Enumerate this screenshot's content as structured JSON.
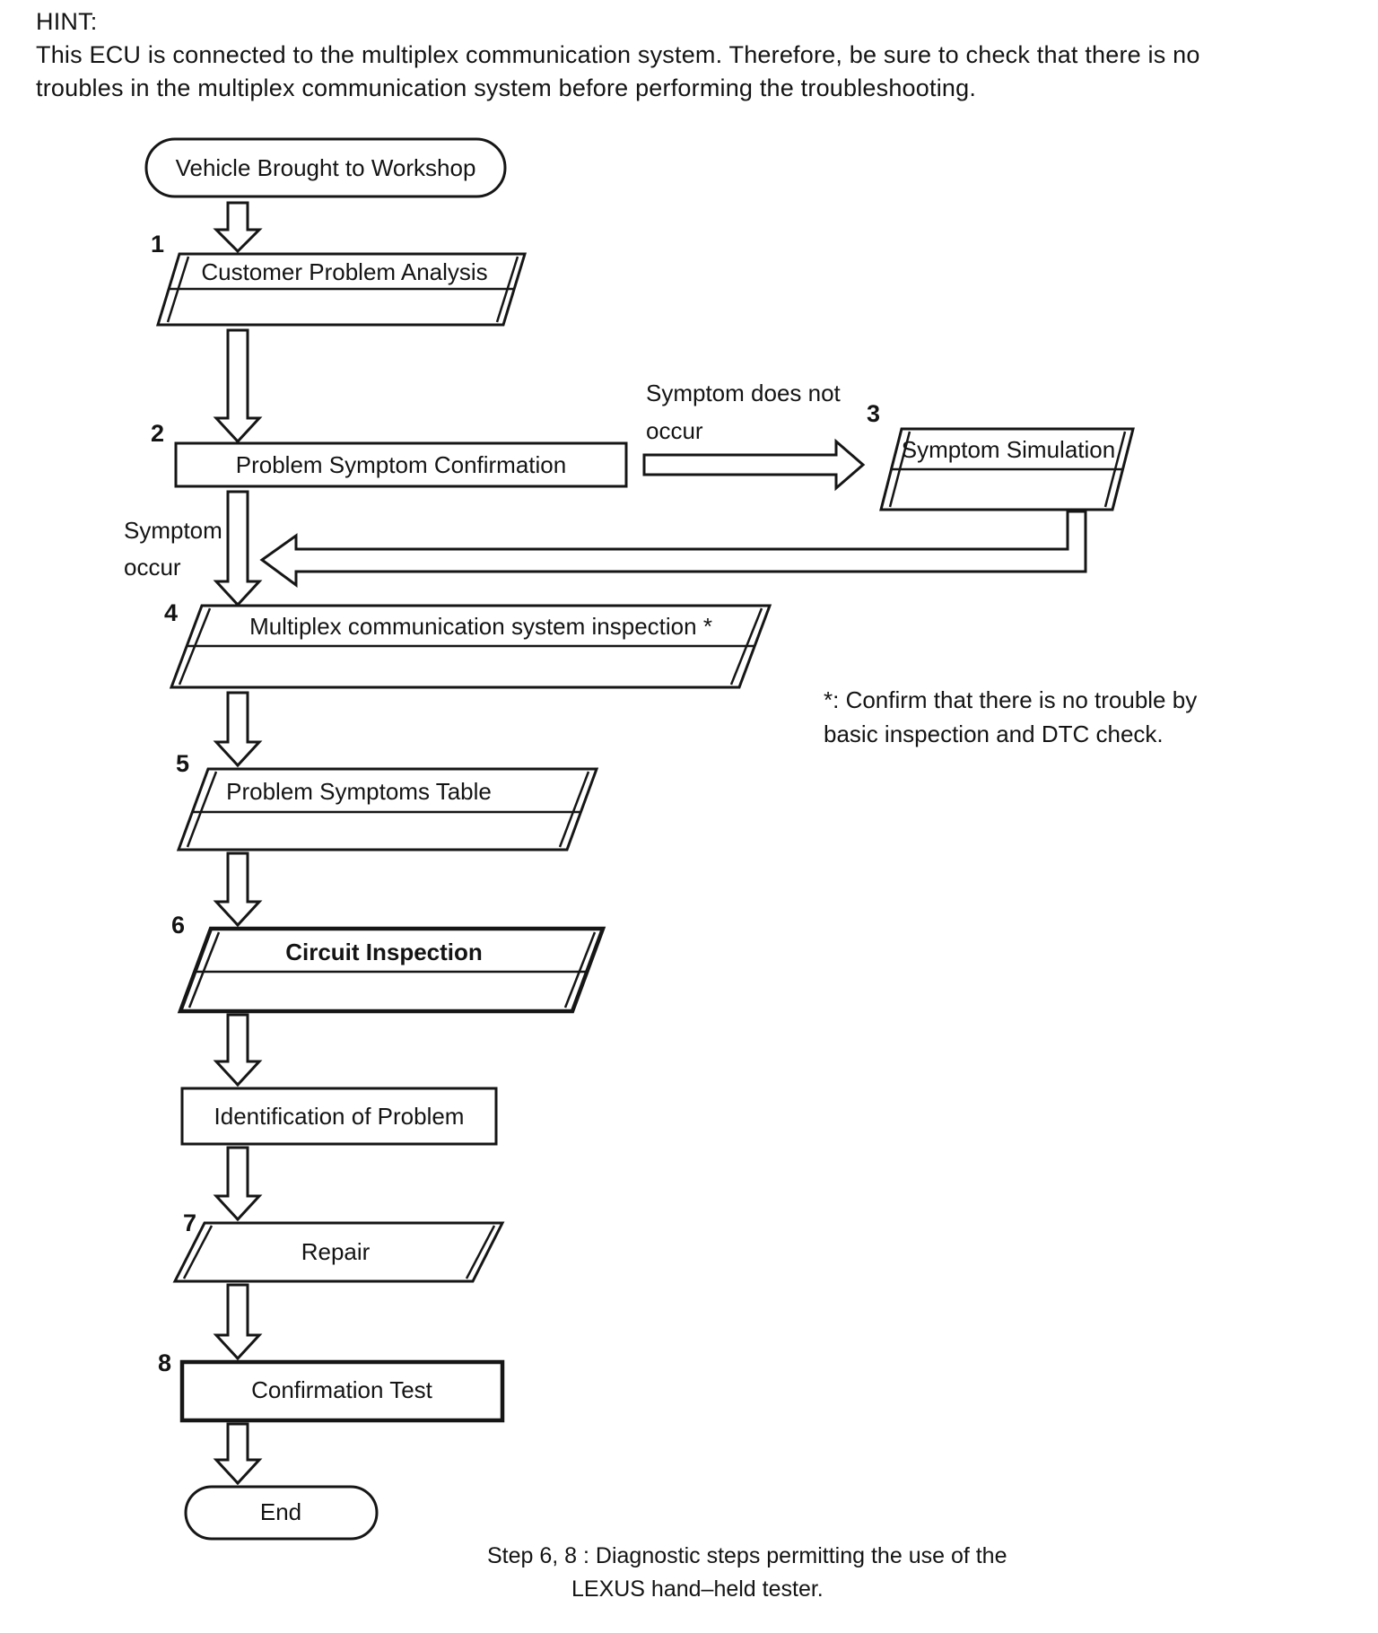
{
  "hint": {
    "title": "HINT:",
    "line1": "This ECU is connected to the multiplex communication system. Therefore, be sure to check that there is no",
    "line2": "troubles in the multiplex communication system before performing the troubleshooting."
  },
  "flow": {
    "start_label": "Vehicle Brought to Workshop",
    "step1": {
      "num": "1",
      "label": "Customer Problem Analysis"
    },
    "step2": {
      "num": "2",
      "label": "Problem Symptom Confirmation"
    },
    "branch_no": {
      "line1": "Symptom does not",
      "line2": "occur"
    },
    "step3": {
      "num": "3",
      "label": "Symptom Simulation"
    },
    "branch_yes": {
      "line1": "Symptom",
      "line2": "occur"
    },
    "step4": {
      "num": "4",
      "label": "Multiplex communication system inspection *"
    },
    "note": {
      "line1": "*: Confirm that there is no trouble by",
      "line2": "basic inspection and DTC check."
    },
    "step5": {
      "num": "5",
      "label": "Problem Symptoms Table"
    },
    "step6": {
      "num": "6",
      "label": "Circuit Inspection"
    },
    "identification_label": "Identification of Problem",
    "step7": {
      "num": "7",
      "label": "Repair"
    },
    "step8": {
      "num": "8",
      "label": "Confirmation Test"
    },
    "end_label": "End",
    "caption": {
      "line1": "Step 6, 8 : Diagnostic steps permitting the use of the",
      "line2": "LEXUS hand–held tester."
    }
  }
}
